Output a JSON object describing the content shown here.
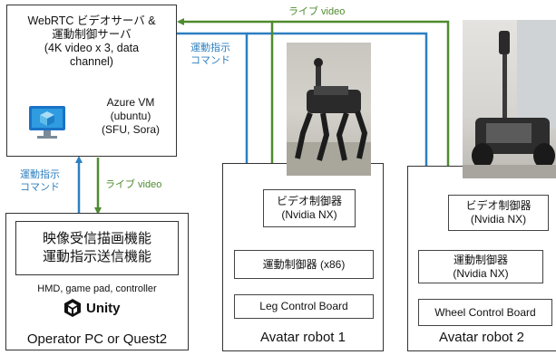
{
  "server": {
    "title_lines": [
      "WebRTC ビデオサーバ &",
      "運動制御サーバ",
      "(4K video x 3, data",
      "channel)"
    ],
    "vm_lines": [
      "Azure VM",
      "(ubuntu)",
      "(SFU, Sora)"
    ],
    "icon": "azure-vm-monitor-icon"
  },
  "operator": {
    "func_lines": [
      "映像受信描画機能",
      "運動指示送信機能"
    ],
    "devices": "HMD, game pad, controller",
    "unity_label": "Unity",
    "unity_icon": "unity-logo-icon",
    "caption": "Operator PC or Quest2"
  },
  "robot1": {
    "video_ctrl_lines": [
      "ビデオ制御器",
      "(Nvidia NX)"
    ],
    "motion_ctrl": "運動制御器 (x86)",
    "board": "Leg Control Board",
    "caption": "Avatar robot 1",
    "photo": "quadruped-robot-photo"
  },
  "robot2": {
    "video_ctrl_lines": [
      "ビデオ制御器",
      "(Nvidia NX)"
    ],
    "motion_ctrl_lines": [
      "運動制御器",
      "(Nvidia NX)"
    ],
    "board": "Wheel Control Board",
    "caption": "Avatar robot 2",
    "photo": "wheeled-robot-photo"
  },
  "links": {
    "live_video_top": "ライブ video",
    "live_video_left": "ライブ video",
    "motion_cmd_top": [
      "運動指示",
      "コマンド"
    ],
    "motion_cmd_left": [
      "運動指示",
      "コマンド"
    ]
  },
  "colors": {
    "blue": "#2d7fc1",
    "green": "#4e8b2e",
    "gray": "#5a6a86"
  }
}
